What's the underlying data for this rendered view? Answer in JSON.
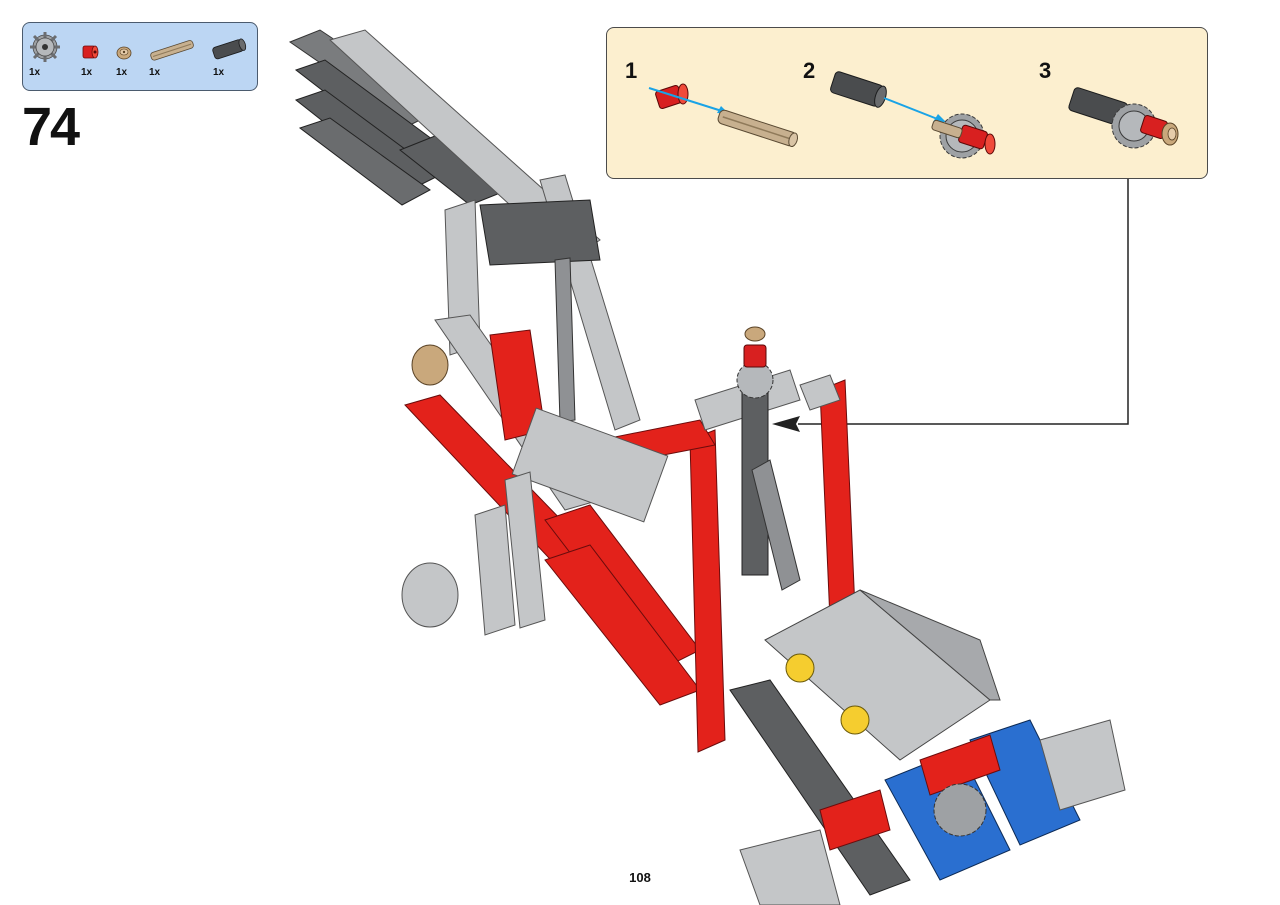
{
  "parts_list": [
    {
      "icon": "gear-icon",
      "qty": "1x"
    },
    {
      "icon": "bush-icon",
      "qty": "1x"
    },
    {
      "icon": "half-bush-icon",
      "qty": "1x"
    },
    {
      "icon": "axle-icon",
      "qty": "1x"
    },
    {
      "icon": "connector-icon",
      "qty": "1x"
    }
  ],
  "step": {
    "number": "74"
  },
  "sub_steps": [
    {
      "number": "1"
    },
    {
      "number": "2"
    },
    {
      "number": "3"
    }
  ],
  "page": {
    "number": "108"
  },
  "colors": {
    "parts_box_bg": "#bcd6f3",
    "sub_box_bg": "#fcefcf",
    "brick_red": "#e3221b",
    "brick_light_gray": "#c4c6c8",
    "brick_dark_gray": "#5d5f61",
    "brick_blue": "#2a6fd0",
    "brick_yellow": "#f5cd2f",
    "arrow_blue": "#1aa3e6"
  }
}
